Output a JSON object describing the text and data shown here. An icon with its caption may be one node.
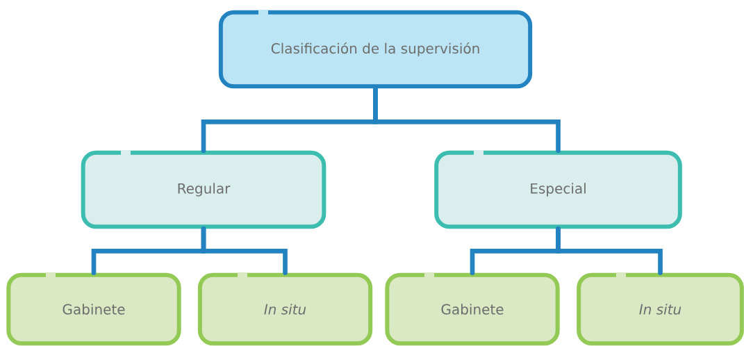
{
  "diagram": {
    "nodes": [
      {
        "text": [
          "Clasificación de la supervisión"
        ]
      },
      {
        "text": [
          "Regular"
        ]
      },
      {
        "text": [
          "Especial"
        ]
      },
      {
        "text": [
          "Gabinete"
        ]
      },
      {
        "text": [
          "In situ"
        ]
      },
      {
        "text": [
          "Gabinete"
        ]
      },
      {
        "text": [
          "In situ"
        ]
      }
    ],
    "edges": [
      {
        "from": 0,
        "to": 1,
        "arrow": "none"
      },
      {
        "from": 0,
        "to": 2,
        "arrow": "none"
      },
      {
        "from": 1,
        "to": 3,
        "arrow": "none"
      },
      {
        "from": 1,
        "to": 4,
        "arrow": "none"
      },
      {
        "from": 2,
        "to": 5,
        "arrow": "none"
      },
      {
        "from": 2,
        "to": 6,
        "arrow": "none"
      }
    ]
  }
}
